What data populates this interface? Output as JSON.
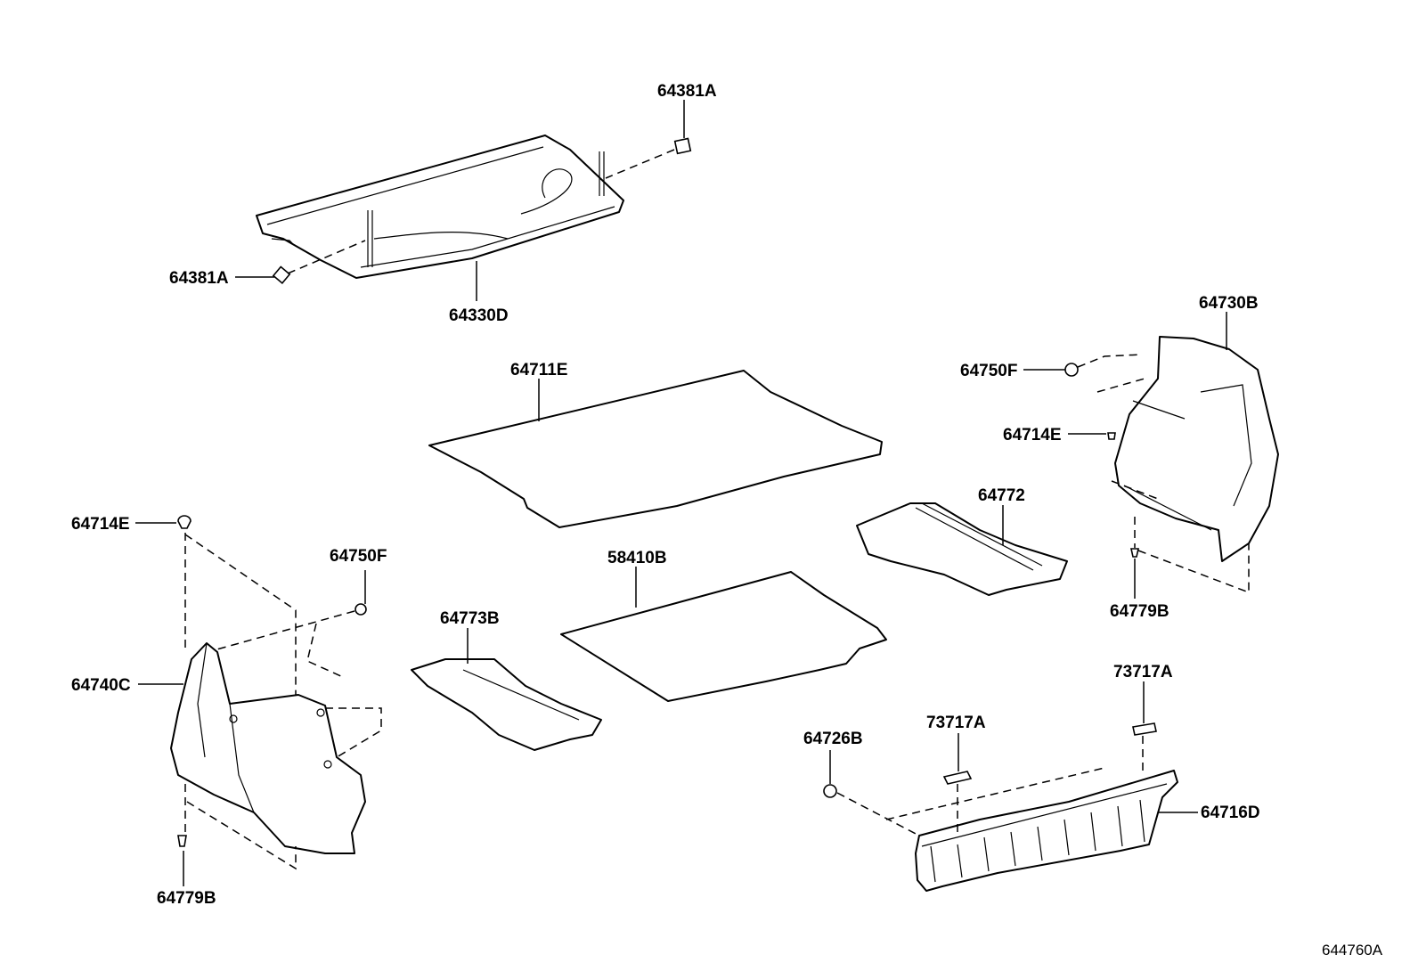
{
  "diagram": {
    "ref_code": "644760A",
    "parts": {
      "p64381A_top": "64381A",
      "p64381A_left": "64381A",
      "p64330D": "64330D",
      "p64711E": "64711E",
      "p64730B": "64730B",
      "p64750F_right": "64750F",
      "p64714E_right": "64714E",
      "p64772": "64772",
      "p64779B_right": "64779B",
      "p58410B": "58410B",
      "p64714E_left": "64714E",
      "p64750F_left": "64750F",
      "p64773B": "64773B",
      "p64740C": "64740C",
      "p64779B_left": "64779B",
      "p64726B": "64726B",
      "p73717A_mid": "73717A",
      "p73717A_right": "73717A",
      "p64716D": "64716D"
    }
  }
}
